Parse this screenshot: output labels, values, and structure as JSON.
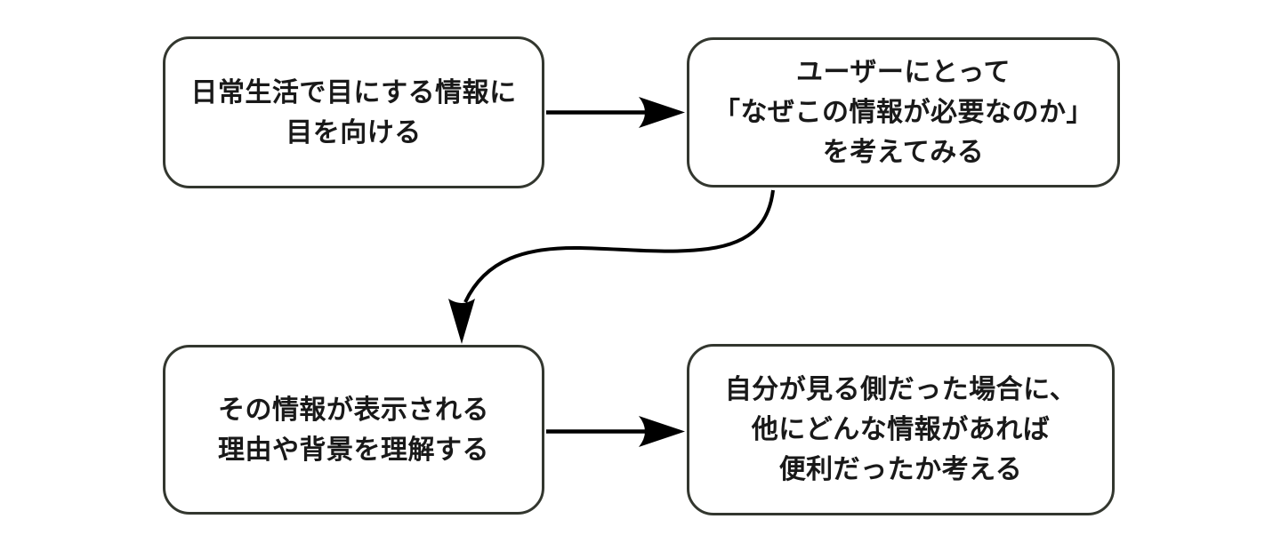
{
  "diagram": {
    "type": "flowchart",
    "background_color": "#ffffff",
    "node_border_color": "#33372f",
    "node_fill_color": "#ffffff",
    "text_color": "#191919",
    "arrow_color": "#000000",
    "nodes": [
      {
        "id": "node-1",
        "text": "日常生活で目にする情報に\n目を向ける"
      },
      {
        "id": "node-2",
        "text": "ユーザーにとって\n「なぜこの情報が必要なのか」\nを考えてみる"
      },
      {
        "id": "node-3",
        "text": "その情報が表示される\n理由や背景を理解する"
      },
      {
        "id": "node-4",
        "text": "自分が見る側だった場合に、\n他にどんな情報があれば\n便利だったか考える"
      }
    ],
    "edges": [
      {
        "from": "node-1",
        "to": "node-2",
        "style": "straight-horizontal"
      },
      {
        "from": "node-2",
        "to": "node-3",
        "style": "s-curve-down-left"
      },
      {
        "from": "node-3",
        "to": "node-4",
        "style": "straight-horizontal"
      }
    ]
  }
}
